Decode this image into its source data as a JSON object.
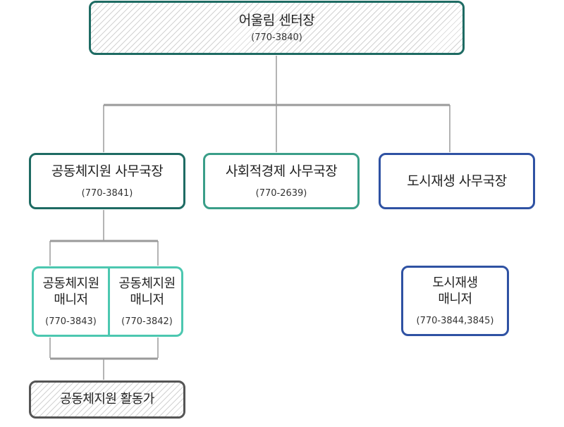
{
  "director": {
    "name": "어울림 센터장",
    "phone": "(770-3840)"
  },
  "chiefs": [
    {
      "name": "공동체지원 사무국장",
      "phone": "(770-3841)"
    },
    {
      "name": "사회적경제 사무국장",
      "phone": "(770-2639)"
    },
    {
      "name": "도시재생 사무국장"
    }
  ],
  "community_managers": [
    {
      "line1": "공동체지원",
      "line2": "매니저",
      "phone": "(770-3843)"
    },
    {
      "line1": "공동체지원",
      "line2": "매니저",
      "phone": "(770-3842)"
    }
  ],
  "urban_manager": {
    "line1": "도시재생",
    "line2": "매니저",
    "phone": "(770-3844,3845)"
  },
  "activist": {
    "name": "공동체지원 활동가"
  },
  "colors": {
    "dark_teal": "#1e6b63",
    "teal": "#3a9e88",
    "mint": "#4cc7b0",
    "navy": "#2f52a3",
    "connector": "#9a9a9a",
    "gray_border": "#555555"
  }
}
